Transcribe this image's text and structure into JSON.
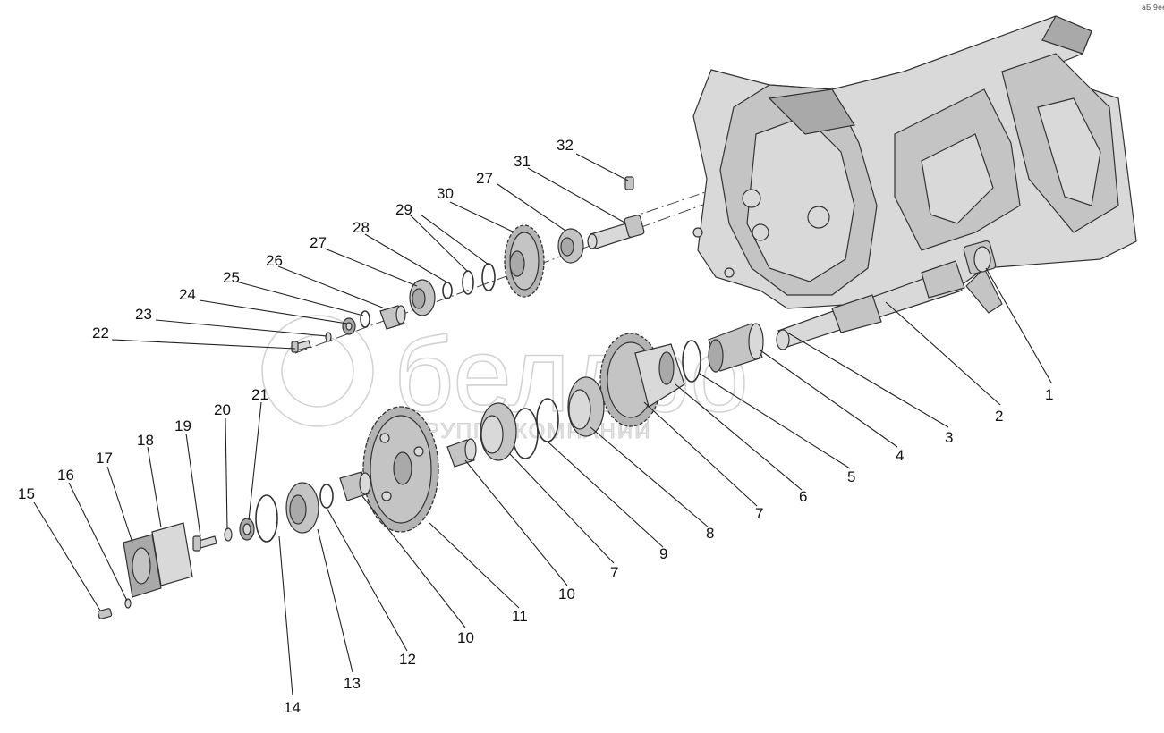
{
  "corner_mark": "аБ 9ее",
  "watermark": {
    "logo_text": "белдро",
    "subtitle": "ГРУППА КОМПАНИЙ"
  },
  "callouts": [
    "1",
    "2",
    "3",
    "4",
    "5",
    "6",
    "7",
    "7",
    "8",
    "9",
    "10",
    "10",
    "11",
    "12",
    "13",
    "14",
    "15",
    "16",
    "17",
    "18",
    "19",
    "20",
    "21",
    "22",
    "23",
    "24",
    "25",
    "26",
    "27",
    "27",
    "28",
    "29",
    "30",
    "31",
    "32"
  ]
}
